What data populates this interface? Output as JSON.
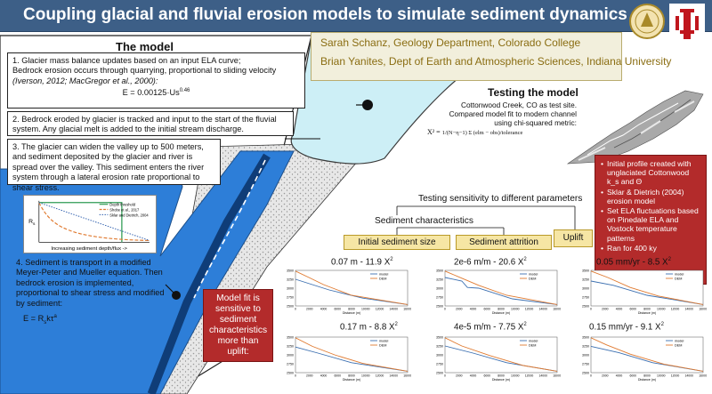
{
  "title": "Coupling glacial and fluvial erosion models to simulate sediment dynamics",
  "authors": [
    "Sarah Schanz, Geology Department, Colorado College",
    "Brian Yanites, Dept of Earth and Atmospheric Sciences, Indiana University"
  ],
  "model": {
    "heading": "The model",
    "step1_lines": [
      "1. Glacier mass balance updates based on an input ELA curve;",
      "Bedrock erosion occurs through quarrying, proportional to sliding velocity",
      "(Iverson, 2012; MacGregor et al., 2000):"
    ],
    "step1_eq": "E = 0.00125·Us",
    "step1_eq_exp": "0.46",
    "step2": "2. Bedrock eroded by glacier is tracked and input to the start of the fluvial system. Any glacial melt is added to the initial stream discharge.",
    "step3": "3. The glacier can widen the valley up to 500 meters, and sediment deposited by the glacier and river is spread over the valley. This sediment enters the river system through a lateral erosion rate proportional to shear stress.",
    "step4": "4. Sediment is transport in a modified Meyer-Peter and Mueller equation. Then bedrock erosion is implemented, proportional to shear stress and modified by sediment:",
    "step4_eq": "E = R",
    "step4_eq_sub": "s",
    "step4_eq_rest": "kτ",
    "step4_eq_exp": "a",
    "inset": {
      "ylabel": "R",
      "ylabel_sub": "s",
      "xlabel": "Increasing sediment depth/flux ->",
      "legend": [
        "Depth threshold",
        "Shobe et al., 2017",
        "Sklar and Dietrich, 2004"
      ]
    }
  },
  "fit_note": "Model fit is sensitive to sediment characteristics more than uplift:",
  "testing": {
    "heading": "Testing the model",
    "site_lines": [
      "Cottonwood Creek, CO as test site.",
      "Compared model fit to modern channel",
      "using chi-squared metric:"
    ],
    "chi_eq_lhs": "X² = ",
    "chi_eq_rhs": "(elm − obs)/tolerance",
    "bullets": [
      "Initial profile created with unglaciated Cottonwood k_s and Θ",
      "Sklar & Dietrich (2004) erosion model",
      "Set ELA fluctuations based on Pinedale ELA and Vostock temperature patterns",
      "Ran for 400 ky"
    ],
    "sensitivity_title": "Testing sensitivity to different parameters",
    "sediment_title": "Sediment characteristics",
    "categories": [
      "Initial sediment size",
      "Sediment attrition",
      "Uplift"
    ],
    "results": [
      {
        "label": "0.07 m - 11.9 X",
        "exp": "2"
      },
      {
        "label": "0.17 m -  8.8 X",
        "exp": "2"
      },
      {
        "label": "2e-6 m/m - 20.6 X",
        "exp": "2"
      },
      {
        "label": "4e-5 m/m - 7.75 X",
        "exp": "2"
      },
      {
        "label": "0.05 mm/yr - 8.5 X",
        "exp": "2"
      },
      {
        "label": "0.15 mm/yr - 9.1 X",
        "exp": "2"
      }
    ],
    "plot_legend": [
      "model",
      "DEM"
    ],
    "plot_xlabel": "Distance (m)",
    "plot_yticks": [
      "3500",
      "3250",
      "3000",
      "2750",
      "2500"
    ],
    "plot_xticks": [
      "0",
      "2000",
      "4000",
      "6000",
      "8000",
      "10000",
      "12000",
      "14000",
      "16000"
    ]
  },
  "colors": {
    "title_bar": "#3d5f87",
    "river": "#2d7ed8",
    "ice": "#cdeff6",
    "red_note": "#b32b2b",
    "category": "#f6e6a4",
    "model_line": "#3b6fb0",
    "dem_line": "#e07a30"
  }
}
